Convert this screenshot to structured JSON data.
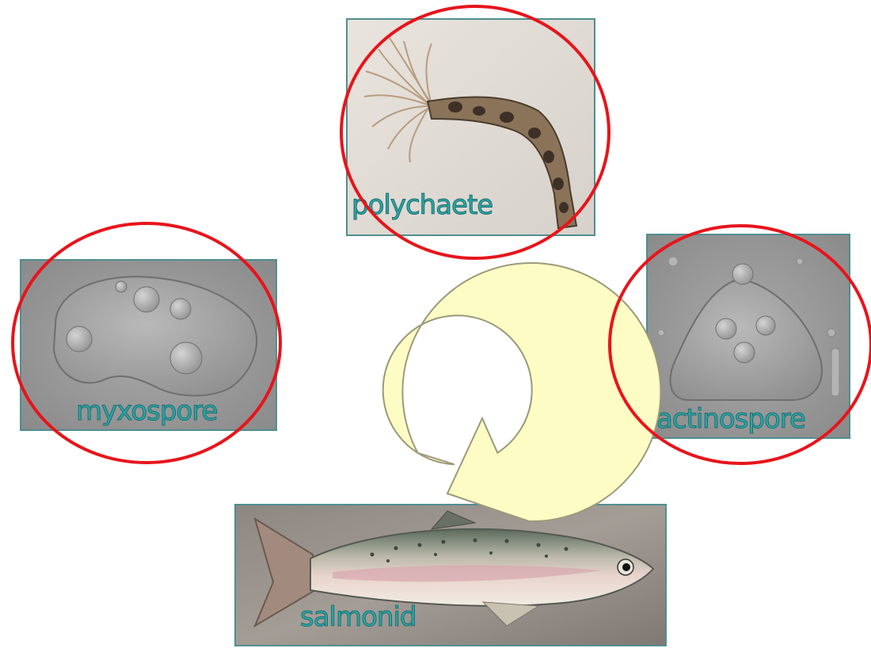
{
  "labels": {
    "polychaete": "polychaete",
    "myxospore": "myxospore",
    "actinospore": "actinospore",
    "salmonid": "salmonid"
  },
  "colors": {
    "circle": "#e8141b",
    "cycle_arrow_fill": "#fdfcc4",
    "cycle_arrow_stroke": "#9a9a7a",
    "label_fill": "#2aa8a8",
    "label_stroke": "#1d6e70",
    "image_border": "#4f8f90"
  }
}
